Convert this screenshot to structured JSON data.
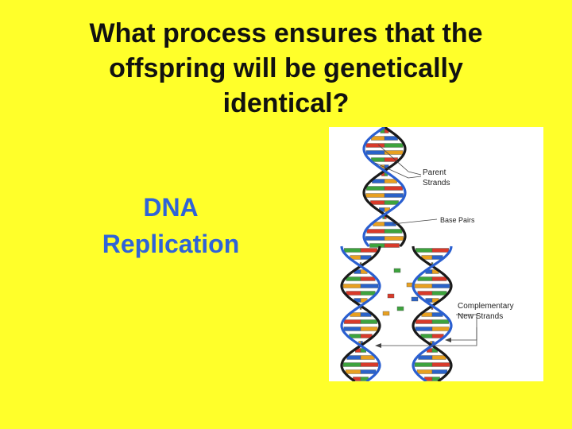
{
  "slide": {
    "background_color": "#ffff2a",
    "title_lines": [
      "What process ensures that the",
      "offspring will be genetically",
      "identical?"
    ],
    "answer_lines": [
      "DNA",
      "Replication"
    ],
    "answer_color": "#2f63d8"
  },
  "diagram": {
    "labels": {
      "parent_strands": [
        "Parent",
        "Strands"
      ],
      "base_pairs": "Base Pairs",
      "complementary_new_strands": [
        "Complementary",
        "New Strands"
      ]
    }
  }
}
